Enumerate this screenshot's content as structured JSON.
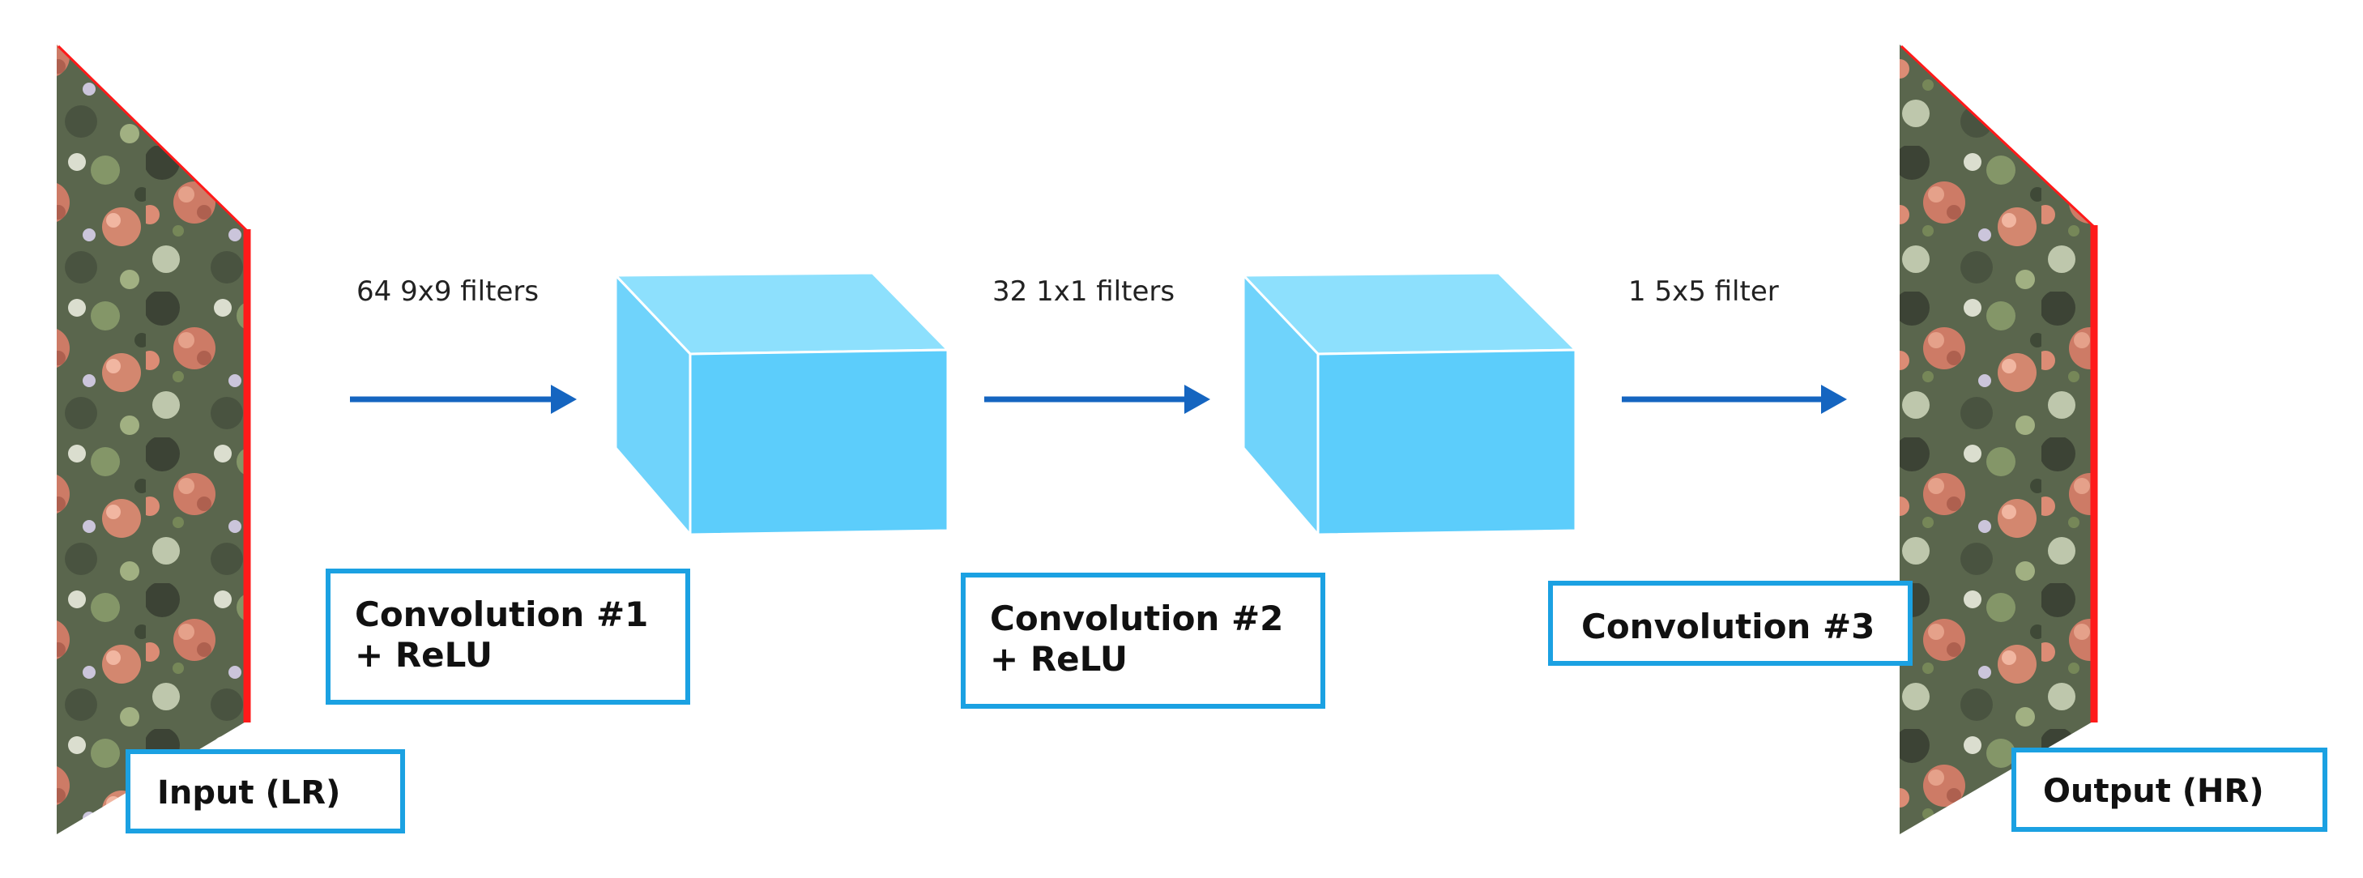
{
  "colors": {
    "arrow": "#1565c0",
    "box_border": "#1ba1e2",
    "cube_front": "#5ccdfb",
    "cube_top": "#8de0fd",
    "cube_side": "#6fd3fb",
    "image_edge": "#ff1a1a"
  },
  "input_image": {
    "label": "Input (LR)",
    "image": "flower-garden-photo"
  },
  "output_image": {
    "label": "Output (HR)",
    "image": "flower-garden-photo"
  },
  "stages": [
    {
      "filters": "64 9x9 filters",
      "label_line1": "Convolution #1",
      "label_line2": "+ ReLU"
    },
    {
      "filters": "32 1x1 filters",
      "label_line1": "Convolution #2",
      "label_line2": "+ ReLU"
    },
    {
      "filters": "1 5x5 filter",
      "label_line1": "Convolution #3"
    }
  ]
}
